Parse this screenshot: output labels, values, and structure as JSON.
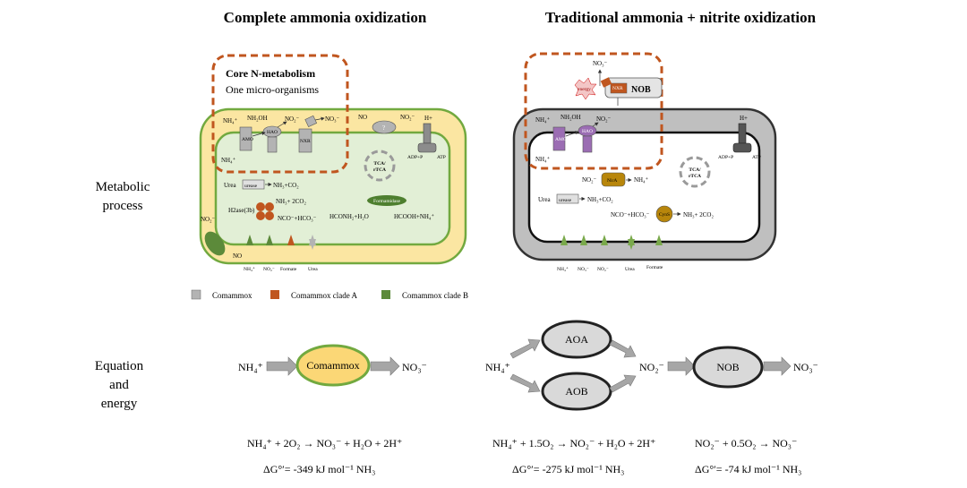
{
  "titles": {
    "left": "Complete ammonia oxidization",
    "right": "Traditional ammonia + nitrite oxidization"
  },
  "row_labels": {
    "metabolic": [
      "Metabolic",
      "process"
    ],
    "equation": [
      "Equation",
      "and",
      "energy"
    ]
  },
  "core_box": {
    "title": "Core N-metabolism",
    "subtitle": "One micro-organisms"
  },
  "left_cell": {
    "nh4_top": "NH₄⁺",
    "nh2oh": "NH₂OH",
    "no2_top": "NO₂⁻",
    "no3_top": "NO₃⁻",
    "no_label": "NO",
    "no2_q": "NO₂⁻",
    "q_mark": "?",
    "h_plus": "H+",
    "nh4_inner": "NH₄⁺",
    "enzymes": [
      "AMO",
      "HAO",
      "NXR"
    ],
    "tca": [
      "TCA/",
      "rTCA"
    ],
    "adp": "ADP+P",
    "atp": "ATP",
    "urea": "Urea",
    "urease": "urease",
    "urea_products": "NH₃+CO₂",
    "h2ase": "H2ase(3b)",
    "h2ase_products": "NH₃+ 2CO₂",
    "cyanate_products": "NCO⁻+HCO₃⁻",
    "formamidase": "Formamidase",
    "formamide": "HCONH₂+H₂O",
    "formamide_products": "HCOOH+NH₄⁺",
    "no2_side": "NO₂⁻",
    "no_bottom": "NO",
    "transporters": [
      "NH₄⁺",
      "NO₂⁻",
      "Formate",
      "Urea"
    ]
  },
  "legend": [
    {
      "label": "Comammox",
      "color": "#b3b3b3"
    },
    {
      "label": "Comammox clade A",
      "color": "#c0561f"
    },
    {
      "label": "Comammox clade B",
      "color": "#5c8a3a"
    }
  ],
  "right_cell": {
    "no3_top": "NO₃⁻",
    "energy": "energy",
    "nxr": "NXR",
    "nob": "NOB",
    "nh4_top": "NH₄⁺",
    "nh2oh": "NH₂OH",
    "no2_top": "NO₂⁻",
    "h_plus": "H+",
    "nh4_inner": "NH₄⁺",
    "enzymes": [
      "AMO",
      "HAO"
    ],
    "no2_nira": "NO₂⁻",
    "nira": "NirA",
    "nh4_nira": "NH₄⁺",
    "tca": [
      "TCA/",
      "rTCA"
    ],
    "adp": "ADP+P",
    "atp": "ATP",
    "urea": "Urea",
    "urease": "urease",
    "urea_products": "NH₃+CO₂",
    "cyanate_in": "NCO⁻+HCO₃⁻",
    "cyns": "CynS",
    "cyns_products": "NH₃+ 2CO₂",
    "transporters": [
      "NH₄⁺",
      "NO₃⁻",
      "NO₂⁻",
      "Urea",
      "Formate"
    ]
  },
  "flow_left": {
    "input": "NH₄⁺",
    "node": "Comammox",
    "output": "NO₃⁻"
  },
  "flow_right": {
    "input": "NH₄⁺",
    "node_aoa": "AOA",
    "node_aob": "AOB",
    "middle": "NO₂⁻",
    "node_nob": "NOB",
    "output": "NO₃⁻"
  },
  "equations": {
    "left": "NH₄⁺ + 2O₂ → NO₃⁻ + H₂O + 2H⁺",
    "left_energy": "ΔG°′= -349 kJ mol⁻¹ NH₃",
    "mid": "NH₄⁺ + 1.5O₂ → NO₂⁻ + H₂O + 2H⁺",
    "mid_energy": "ΔG°′= -275 kJ mol⁻¹ NH₃",
    "right": "NO₂⁻ + 0.5O₂ → NO₃⁻",
    "right_energy": "ΔG°′= -74 kJ mol⁻¹ NH₃"
  },
  "colors": {
    "comammox_fill": "#fbd776",
    "cell_outer": "#fbe6a2",
    "cell_inner": "#e2efd6",
    "green_border": "#72a93f",
    "dashed_box": "#c0561f",
    "purple": "#9b6db3",
    "gray_cell": "#bfbfbf",
    "node_gray": "#d9d9d9",
    "arrow_gray": "#a6a6a6",
    "brown": "#b8860b"
  }
}
